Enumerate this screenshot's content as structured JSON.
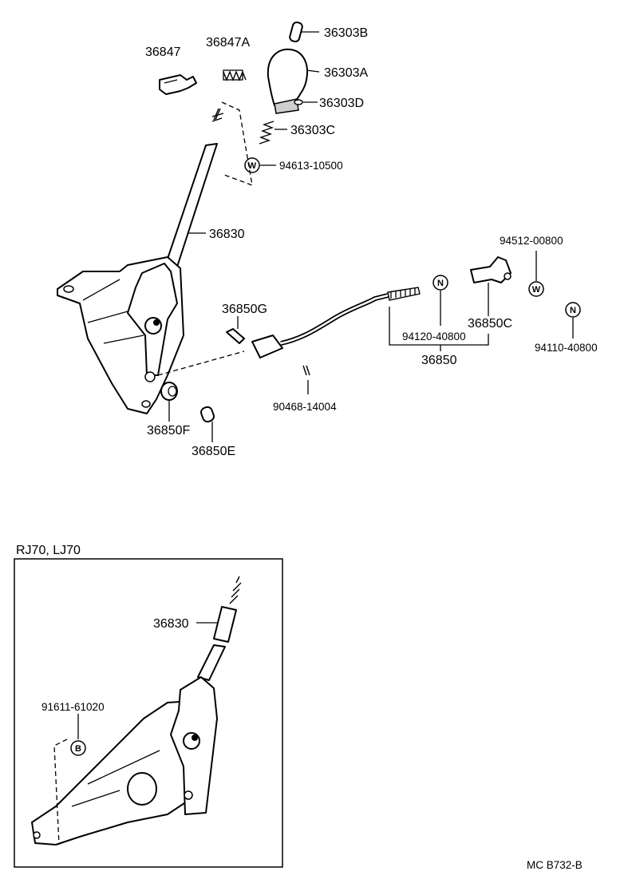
{
  "parts": {
    "p36847": "36847",
    "p36847A": "36847A",
    "p36303B": "36303B",
    "p36303A": "36303A",
    "p36303D": "36303D",
    "p36303C": "36303C",
    "p94613": "94613-10500",
    "p36830": "36830",
    "p94512": "94512-00800",
    "p36850G": "36850G",
    "p36850C": "36850C",
    "p94120": "94120-40800",
    "p36850": "36850",
    "p94110": "94110-40800",
    "p90468": "90468-14004",
    "p36850F": "36850F",
    "p36850E": "36850E"
  },
  "inset": {
    "title": "RJ70, LJ70",
    "p36830": "36830",
    "p91611": "91611-61020"
  },
  "symbols": {
    "washer": "W",
    "nut": "N",
    "bolt": "B"
  },
  "footer": {
    "code": "MC  B732-B"
  }
}
